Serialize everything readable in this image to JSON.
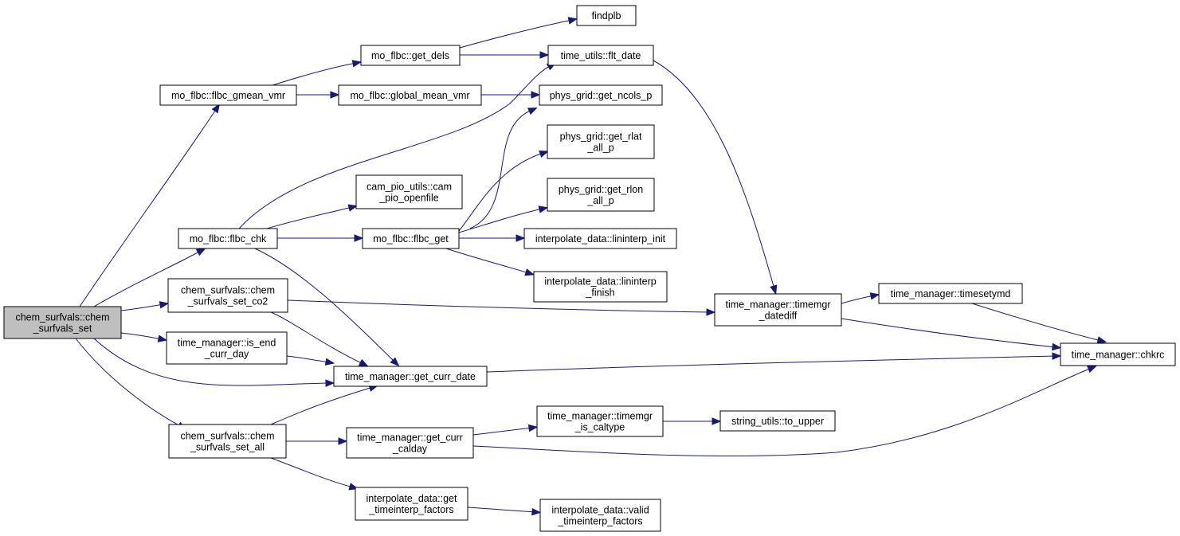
{
  "graph": {
    "nodes": [
      {
        "id": "chem_set",
        "lines": [
          "chem_surfvals::chem",
          "_surfvals_set"
        ],
        "root": true
      },
      {
        "id": "gmean",
        "lines": [
          "mo_flbc::flbc_gmean_vmr"
        ]
      },
      {
        "id": "flbc_chk",
        "lines": [
          "mo_flbc::flbc_chk"
        ]
      },
      {
        "id": "set_co2",
        "lines": [
          "chem_surfvals::chem",
          "_surfvals_set_co2"
        ]
      },
      {
        "id": "is_end",
        "lines": [
          "time_manager::is_end",
          "_curr_day"
        ]
      },
      {
        "id": "set_all",
        "lines": [
          "chem_surfvals::chem",
          "_surfvals_set_all"
        ]
      },
      {
        "id": "get_dels",
        "lines": [
          "mo_flbc::get_dels"
        ]
      },
      {
        "id": "global_mean",
        "lines": [
          "mo_flbc::global_mean_vmr"
        ]
      },
      {
        "id": "cam_pio",
        "lines": [
          "cam_pio_utils::cam",
          "_pio_openfile"
        ]
      },
      {
        "id": "flbc_get",
        "lines": [
          "mo_flbc::flbc_get"
        ]
      },
      {
        "id": "get_curr_date",
        "lines": [
          "time_manager::get_curr_date"
        ]
      },
      {
        "id": "get_curr_calday",
        "lines": [
          "time_manager::get_curr",
          "_calday"
        ]
      },
      {
        "id": "get_timeinterp",
        "lines": [
          "interpolate_data::get",
          "_timeinterp_factors"
        ]
      },
      {
        "id": "findplb",
        "lines": [
          "findplb"
        ]
      },
      {
        "id": "flt_date",
        "lines": [
          "time_utils::flt_date"
        ]
      },
      {
        "id": "get_ncols",
        "lines": [
          "phys_grid::get_ncols_p"
        ]
      },
      {
        "id": "get_rlat",
        "lines": [
          "phys_grid::get_rlat",
          "_all_p"
        ]
      },
      {
        "id": "get_rlon",
        "lines": [
          "phys_grid::get_rlon",
          "_all_p"
        ]
      },
      {
        "id": "lininterp_init",
        "lines": [
          "interpolate_data::lininterp_init"
        ]
      },
      {
        "id": "lininterp_finish",
        "lines": [
          "interpolate_data::lininterp",
          "_finish"
        ]
      },
      {
        "id": "is_caltype",
        "lines": [
          "time_manager::timemgr",
          "_is_caltype"
        ]
      },
      {
        "id": "valid_timeinterp",
        "lines": [
          "interpolate_data::valid",
          "_timeinterp_factors"
        ]
      },
      {
        "id": "datediff",
        "lines": [
          "time_manager::timemgr",
          "_datediff"
        ]
      },
      {
        "id": "to_upper",
        "lines": [
          "string_utils::to_upper"
        ]
      },
      {
        "id": "timesetymd",
        "lines": [
          "time_manager::timesetymd"
        ]
      },
      {
        "id": "chkrc",
        "lines": [
          "time_manager::chkrc"
        ]
      }
    ],
    "edges": [
      [
        "chem_set",
        "gmean"
      ],
      [
        "chem_set",
        "flbc_chk"
      ],
      [
        "chem_set",
        "set_co2"
      ],
      [
        "chem_set",
        "is_end"
      ],
      [
        "chem_set",
        "get_curr_date"
      ],
      [
        "chem_set",
        "set_all"
      ],
      [
        "gmean",
        "get_dels"
      ],
      [
        "gmean",
        "global_mean"
      ],
      [
        "get_dels",
        "findplb"
      ],
      [
        "get_dels",
        "flt_date"
      ],
      [
        "global_mean",
        "get_ncols"
      ],
      [
        "flbc_chk",
        "flt_date"
      ],
      [
        "flbc_chk",
        "cam_pio"
      ],
      [
        "flbc_chk",
        "flbc_get"
      ],
      [
        "flbc_chk",
        "get_curr_date"
      ],
      [
        "flbc_get",
        "get_ncols"
      ],
      [
        "flbc_get",
        "get_rlat"
      ],
      [
        "flbc_get",
        "get_rlon"
      ],
      [
        "flbc_get",
        "lininterp_init"
      ],
      [
        "flbc_get",
        "lininterp_finish"
      ],
      [
        "flt_date",
        "datediff"
      ],
      [
        "set_co2",
        "datediff"
      ],
      [
        "set_co2",
        "get_curr_date"
      ],
      [
        "is_end",
        "get_curr_date"
      ],
      [
        "set_all",
        "get_curr_date"
      ],
      [
        "set_all",
        "get_curr_calday"
      ],
      [
        "set_all",
        "get_timeinterp"
      ],
      [
        "get_curr_date",
        "chkrc"
      ],
      [
        "get_curr_calday",
        "is_caltype"
      ],
      [
        "get_curr_calday",
        "chkrc"
      ],
      [
        "is_caltype",
        "to_upper"
      ],
      [
        "get_timeinterp",
        "valid_timeinterp"
      ],
      [
        "datediff",
        "timesetymd"
      ],
      [
        "datediff",
        "chkrc"
      ],
      [
        "timesetymd",
        "chkrc"
      ]
    ]
  }
}
